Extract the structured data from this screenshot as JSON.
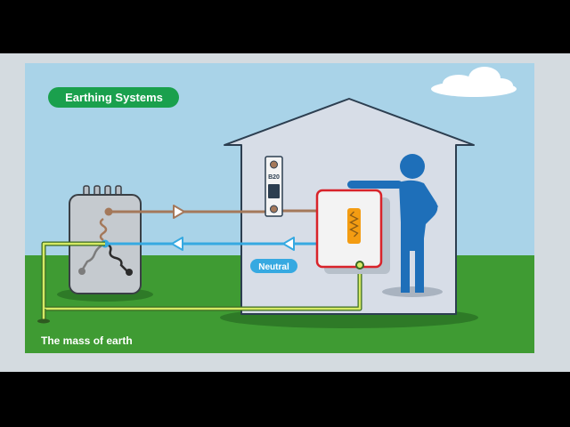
{
  "title_badge": "Earthing Systems",
  "breaker_label": "B20",
  "neutral_label": "Neutral",
  "earth_label": "The mass of earth",
  "colors": {
    "sky": "#a9d3e8",
    "grass": "#3f9b33",
    "frame": "#d4dbe0",
    "house": "#d7dde7",
    "badge": "#1aa04d",
    "live_wire": "#a4785a",
    "neutral_wire": "#36a9e1",
    "earth_wire": "#d6ea64",
    "person": "#1e6fb9",
    "appliance_border": "#d8232a"
  }
}
